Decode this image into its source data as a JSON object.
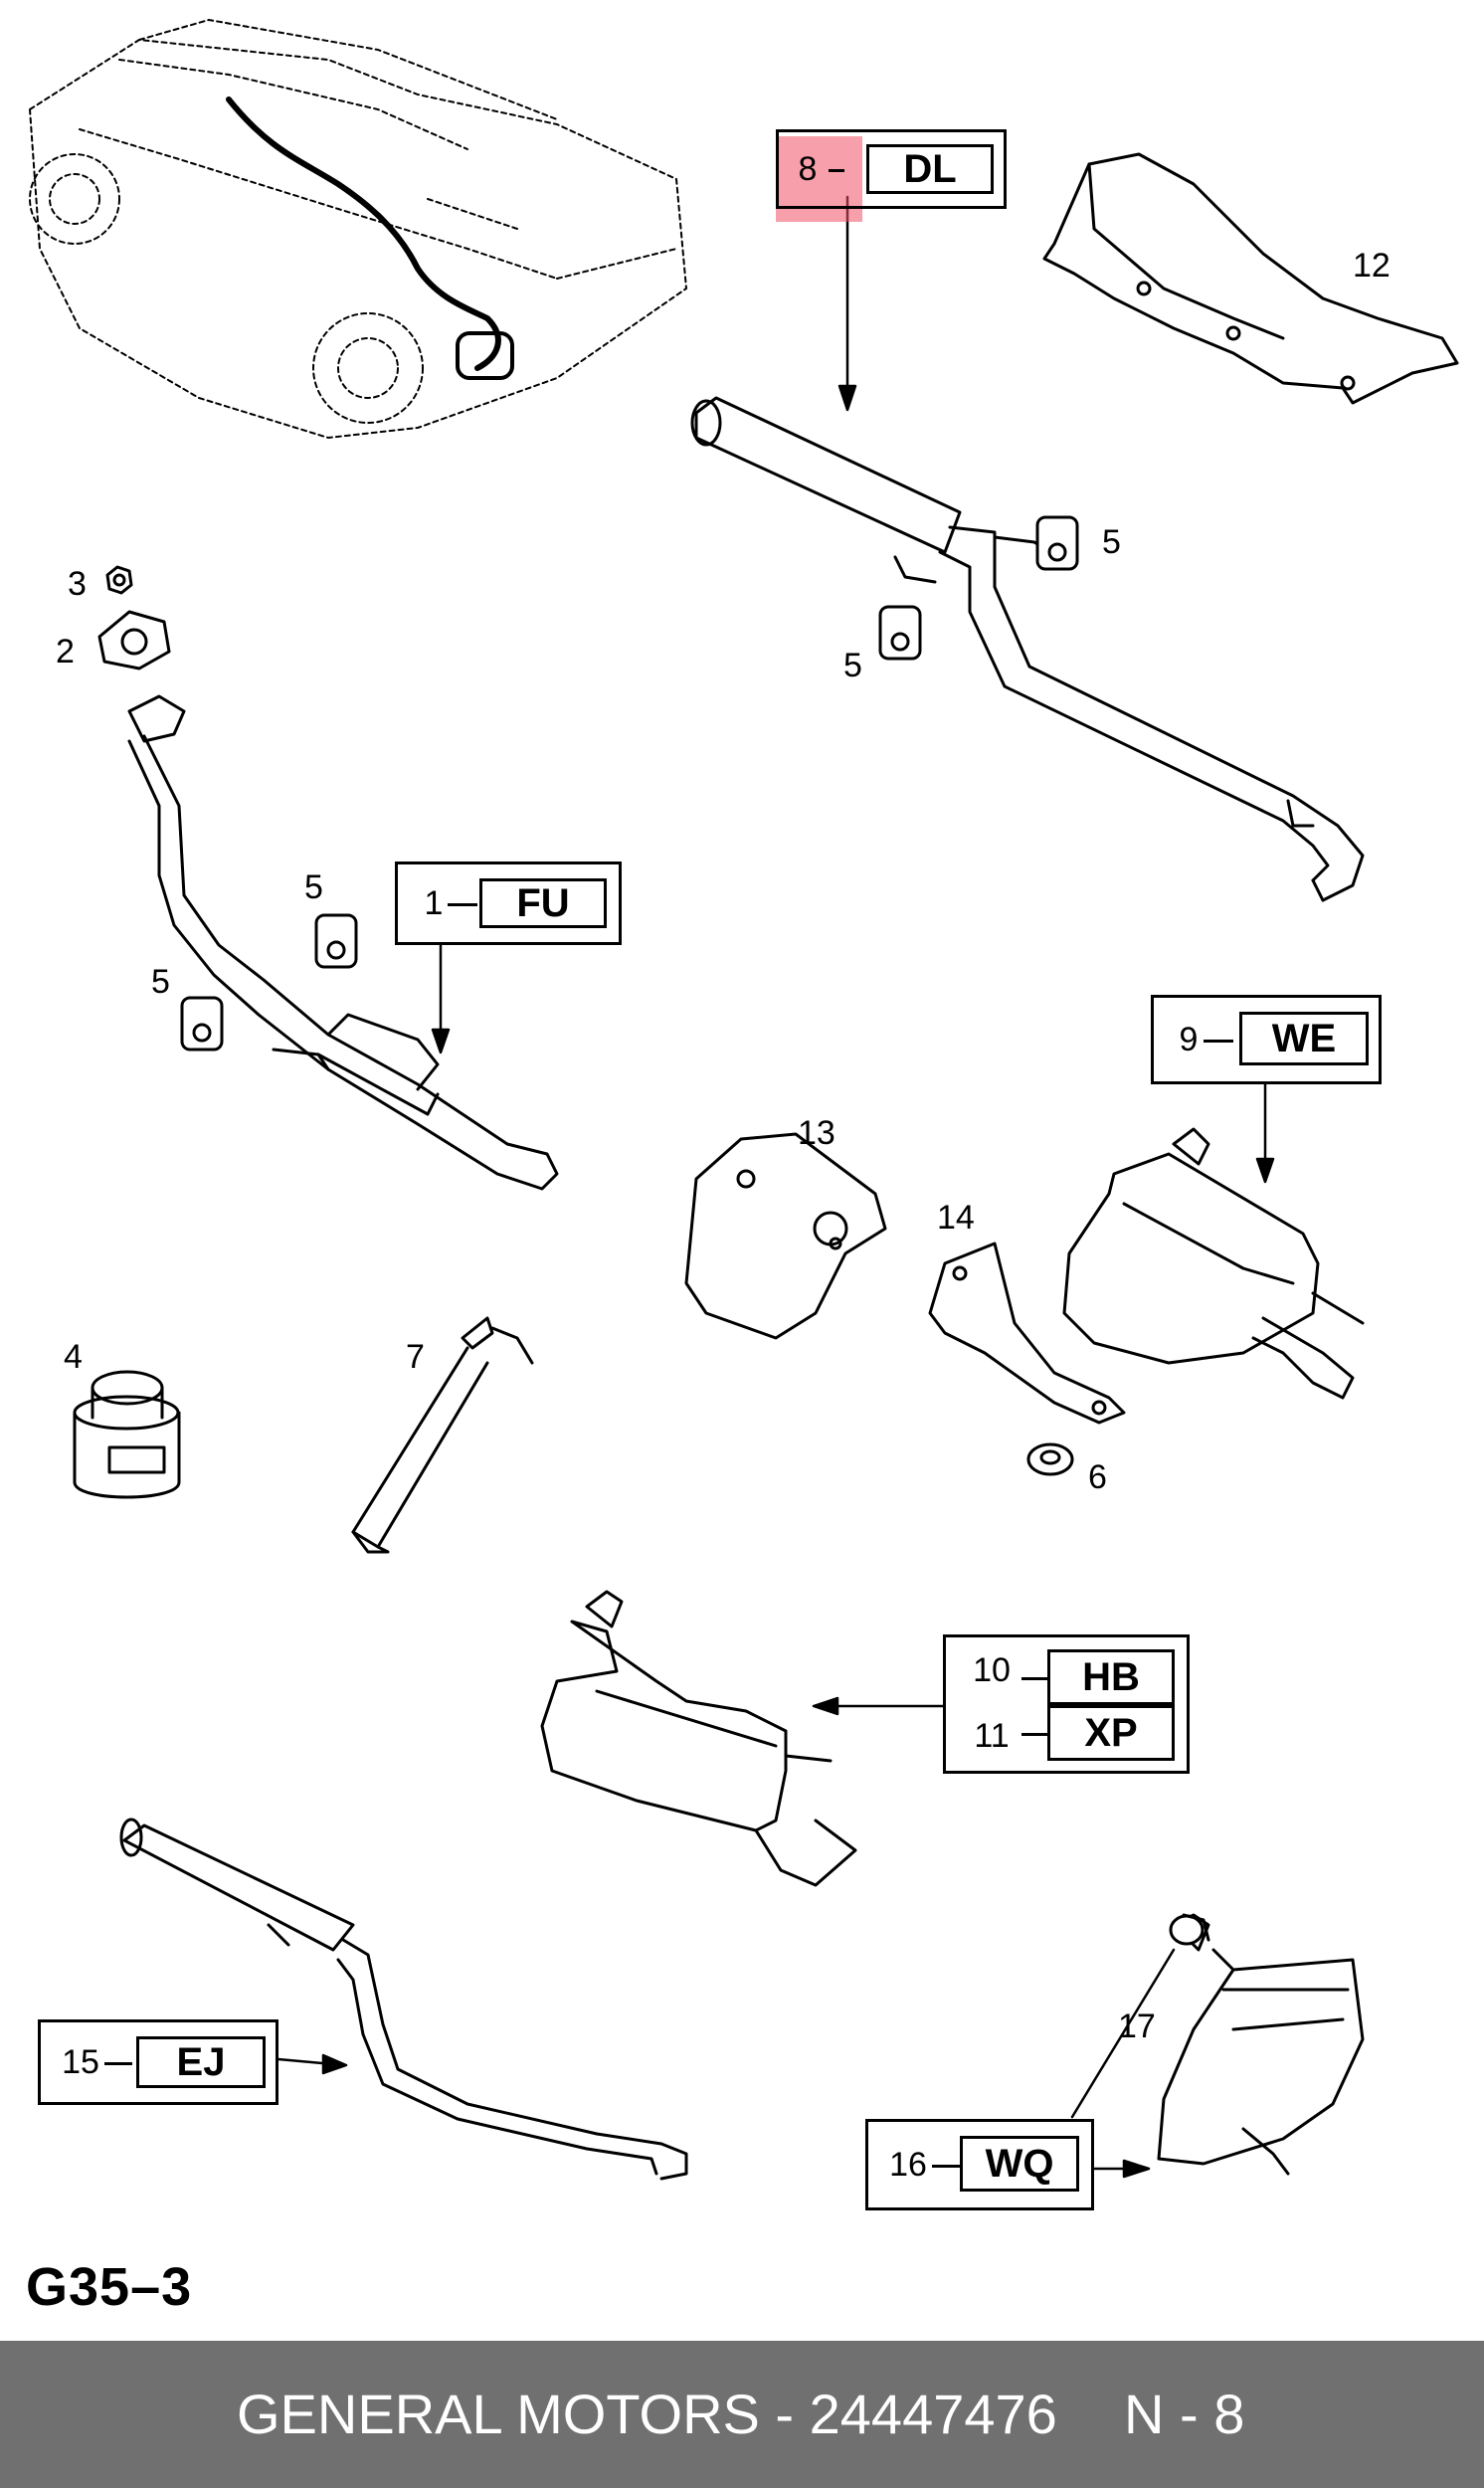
{
  "callouts": [
    {
      "num": "8",
      "code": "DL",
      "highlighted": true
    },
    {
      "num": "1",
      "code": "FU"
    },
    {
      "num": "9",
      "code": "WE"
    },
    {
      "num": "10",
      "code": "HB"
    },
    {
      "num": "11",
      "code": "XP"
    },
    {
      "num": "15",
      "code": "EJ"
    },
    {
      "num": "16",
      "code": "WQ"
    }
  ],
  "part_labels": {
    "p12": "12",
    "p5a": "5",
    "p5b": "5",
    "p3": "3",
    "p2": "2",
    "p5c": "5",
    "p5d": "5",
    "p13": "13",
    "p14": "14",
    "p4": "4",
    "p7": "7",
    "p6": "6",
    "p17": "17"
  },
  "page_code": "G35–3",
  "footer": {
    "brand_part": "GENERAL MOTORS - 24447476",
    "page": "N - 8"
  },
  "colors": {
    "highlight": "#f05064",
    "footer_bg": "#707070",
    "line": "#000000"
  }
}
